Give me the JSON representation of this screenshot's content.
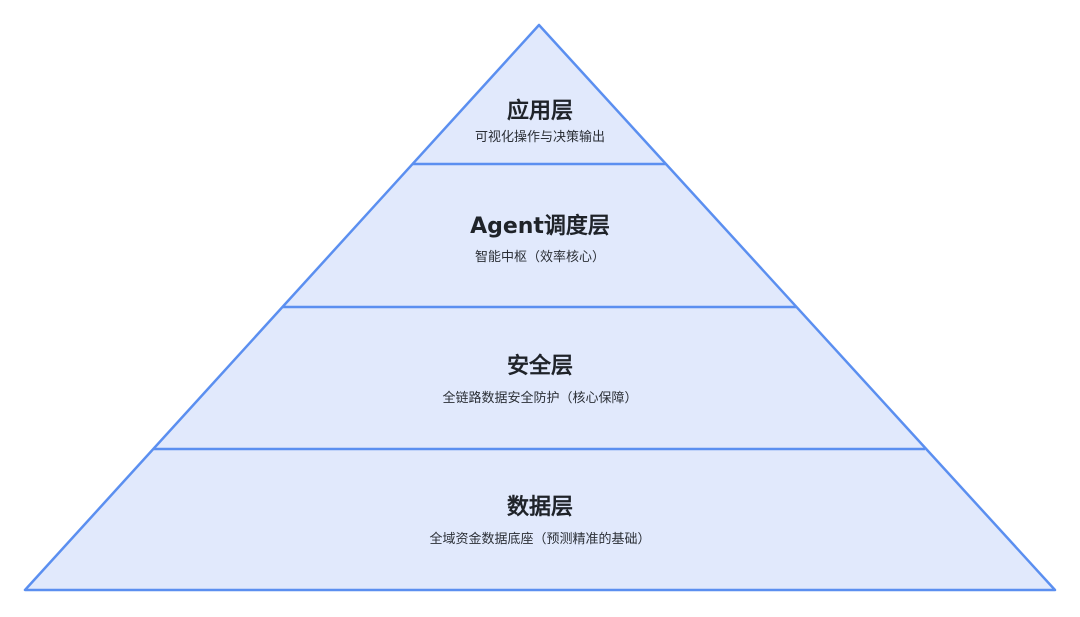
{
  "colors": {
    "fill": "#e1e9fc",
    "stroke": "#5b8ff0",
    "text": "#1f2329"
  },
  "layers": [
    {
      "title": "应用层",
      "subtitle": "可视化操作与决策输出"
    },
    {
      "title": "Agent调度层",
      "subtitle": "智能中枢（效率核心）"
    },
    {
      "title": "安全层",
      "subtitle": "全链路数据安全防护（核心保障）"
    },
    {
      "title": "数据层",
      "subtitle": "全域资金数据底座（预测精准的基础）"
    }
  ]
}
